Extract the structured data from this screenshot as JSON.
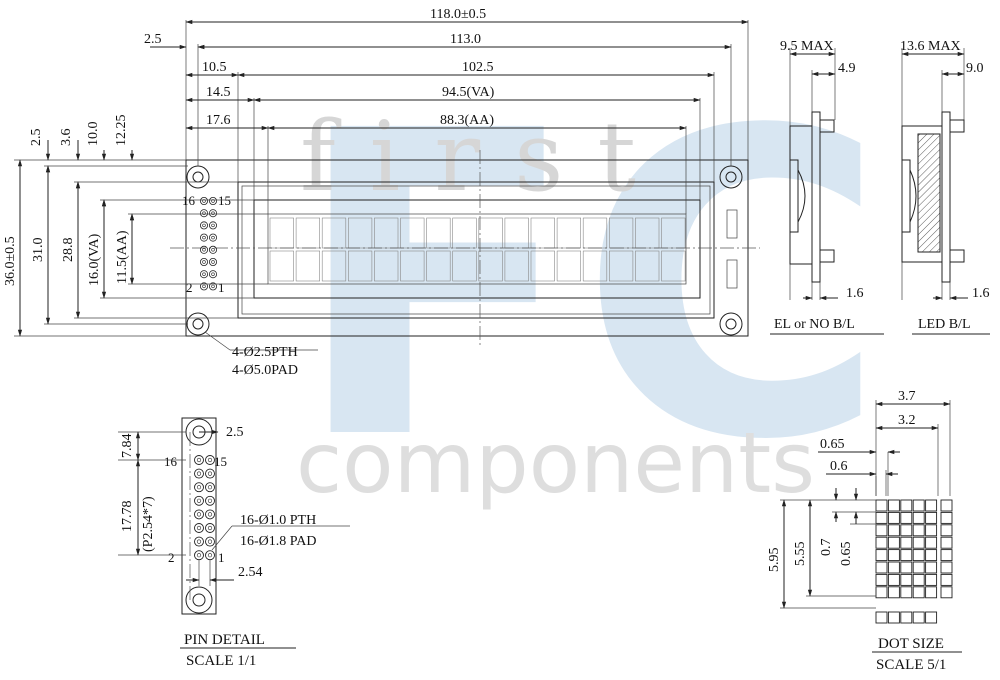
{
  "watermark": {
    "top": "first",
    "letters": "FC",
    "bottom": "components"
  },
  "front_view": {
    "dims_horizontal": [
      "118.0±0.5",
      "2.5",
      "113.0",
      "10.5",
      "102.5",
      "14.5",
      "94.5(VA)",
      "17.6",
      "88.3(AA)"
    ],
    "dims_vertical_top": [
      "2.5",
      "3.6",
      "10.0",
      "12.25"
    ],
    "dims_vertical_left": [
      "36.0±0.5",
      "31.0",
      "28.8",
      "16.0(VA)",
      "11.5(AA)"
    ],
    "pin_labels": {
      "p16": "16",
      "p15": "15",
      "p2": "2",
      "p1": "1"
    },
    "hole_note": [
      "4-Ø2.5PTH",
      "4-Ø5.0PAD"
    ]
  },
  "side_el": {
    "dims": [
      "9.5 MAX",
      "4.9",
      "1.6"
    ],
    "caption": "EL or NO B/L"
  },
  "side_led": {
    "dims": [
      "13.6 MAX",
      "9.0",
      "1.6"
    ],
    "caption": "LED B/L"
  },
  "pin_detail": {
    "dims": [
      "7.84",
      "2.5",
      "17.78",
      "(P2.54*7)",
      "2.54"
    ],
    "pin_labels": {
      "p16": "16",
      "p15": "15",
      "p2": "2",
      "p1": "1"
    },
    "notes": [
      "16-Ø1.0 PTH",
      "16-Ø1.8 PAD"
    ],
    "caption": "PIN DETAIL",
    "scale": "SCALE 1/1"
  },
  "dot_size": {
    "dims": [
      "3.7",
      "3.2",
      "0.65",
      "0.6",
      "5.95",
      "5.55",
      "0.7",
      "0.65"
    ],
    "caption": "DOT SIZE",
    "scale": "SCALE 5/1"
  }
}
